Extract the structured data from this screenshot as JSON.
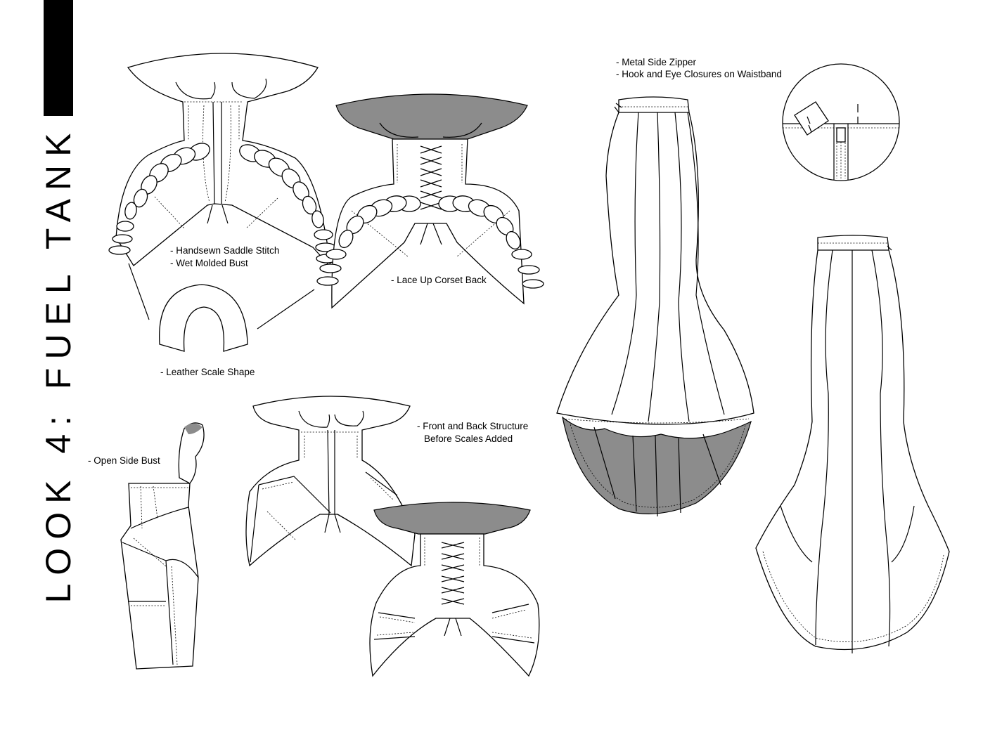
{
  "title": "LOOK 4: FUEL TANK",
  "annotations": {
    "saddle_stitch": "- Handsewn Saddle Stitch",
    "wet_molded": "- Wet Molded Bust",
    "lace_up": "- Lace Up Corset Back",
    "scale_shape": "- Leather Scale Shape",
    "open_side": "- Open Side Bust",
    "structure_1": "- Front and Back Structure",
    "structure_2": "Before Scales Added",
    "zipper": "- Metal Side Zipper",
    "hook_eye": "- Hook and Eye Closures on Waistband"
  },
  "colors": {
    "shade": "#8c8c8c",
    "line": "#000000",
    "title_bar": "#000000"
  }
}
